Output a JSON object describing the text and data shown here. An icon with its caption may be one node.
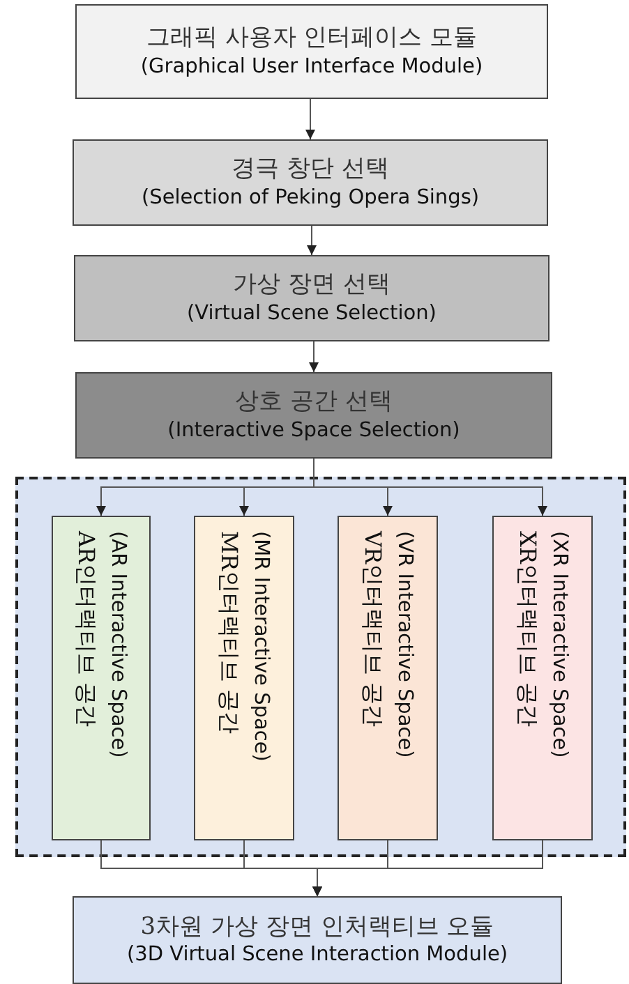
{
  "diagram": {
    "nodes": [
      {
        "text": [
          "그래픽 사용자 인터페이스 모듈",
          "(Graphical User Interface Module)"
        ]
      },
      {
        "text": [
          "경극 창단 선택",
          "(Selection of Peking Opera Sings)"
        ]
      },
      {
        "text": [
          "가상 장면 선택",
          "(Virtual Scene Selection)"
        ]
      },
      {
        "text": [
          "상호 공간 선택",
          "(Interactive Space Selection)"
        ]
      },
      {
        "text": [],
        "shape": "box"
      },
      {
        "text": [
          "(AR Interactive Space)",
          "AR인터랙티브 공간"
        ],
        "in": 4
      },
      {
        "text": [
          "(MR Interactive Space)",
          "MR인터랙티브 공간"
        ],
        "in": 4
      },
      {
        "text": [
          "(VR Interactive Space)",
          "VR인터랙티브 공간"
        ],
        "in": 4
      },
      {
        "text": [
          "(XR Interactive Space)",
          "XR인터랙티브 공간"
        ],
        "in": 4
      },
      {
        "text": [
          "3차원 가상 장면 인처랙티브 오듈",
          "(3D Virtual Scene Interaction Module)"
        ]
      }
    ],
    "edges": [
      {
        "from": 0,
        "to": 1,
        "arrow": "to"
      },
      {
        "from": 1,
        "to": 2,
        "arrow": "to"
      },
      {
        "from": 2,
        "to": 3,
        "arrow": "to"
      },
      {
        "from": 3,
        "to": 5,
        "arrow": "to"
      },
      {
        "from": 3,
        "to": 6,
        "arrow": "to"
      },
      {
        "from": 3,
        "to": 7,
        "arrow": "to"
      },
      {
        "from": 3,
        "to": 8,
        "arrow": "to"
      },
      {
        "from": 5,
        "to": 9,
        "arrow": "to"
      },
      {
        "from": 6,
        "to": 9,
        "arrow": "to"
      },
      {
        "from": 7,
        "to": 9,
        "arrow": "to"
      },
      {
        "from": 8,
        "to": 9,
        "arrow": "to"
      }
    ]
  }
}
